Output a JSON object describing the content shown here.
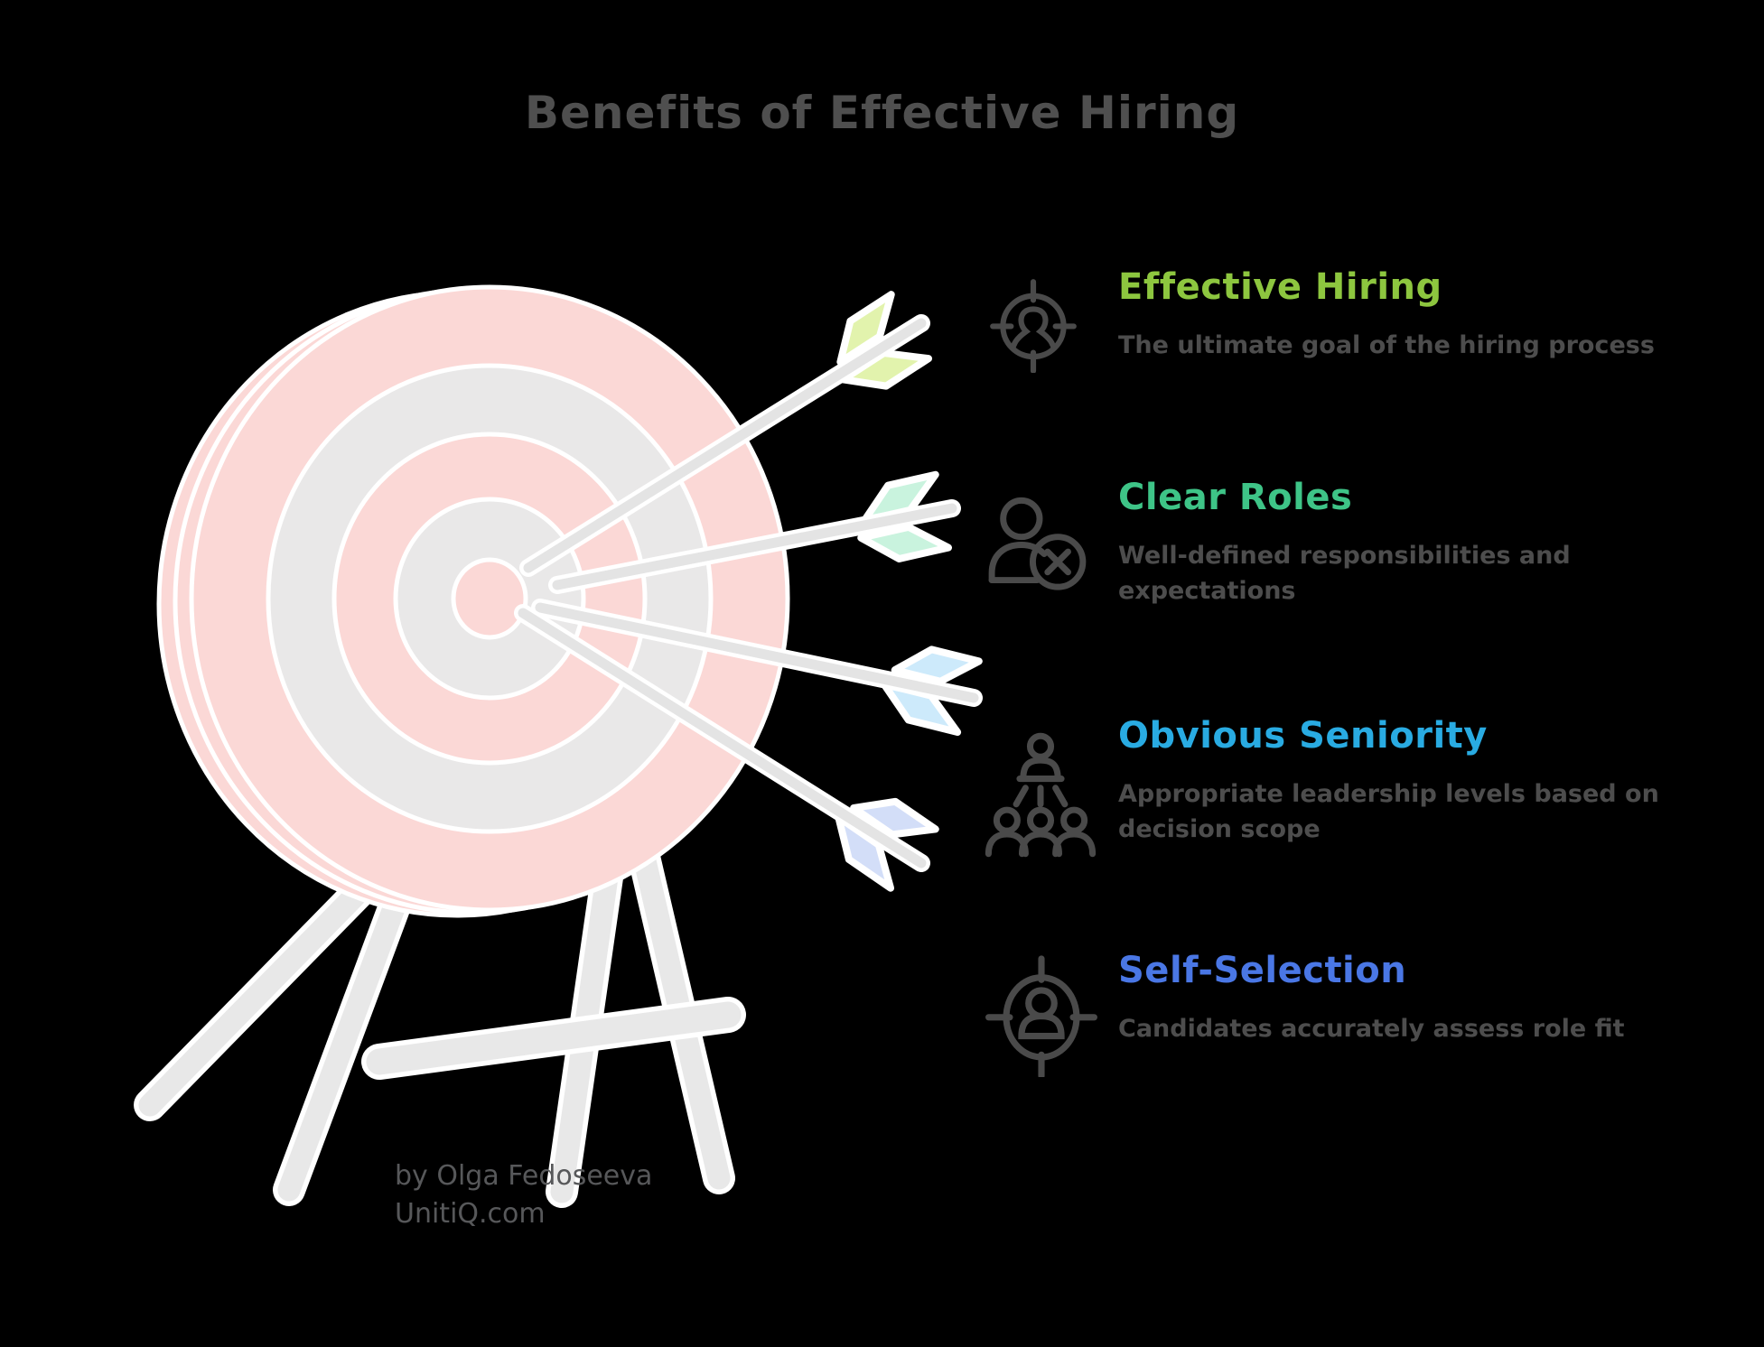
{
  "title": "Benefits of Effective Hiring",
  "benefits": [
    {
      "heading": "Effective Hiring",
      "heading_color": "#8dc63f",
      "description": "The ultimate goal of the hiring process",
      "icon": "user-focus"
    },
    {
      "heading": "Clear Roles",
      "heading_color": "#3ec487",
      "description": "Well-defined responsibilities and expectations",
      "icon": "user-remove"
    },
    {
      "heading": "Obvious Seniority",
      "heading_color": "#29abe2",
      "description": "Appropriate leadership levels based on decision scope",
      "icon": "team-hierarchy"
    },
    {
      "heading": "Self-Selection",
      "heading_color": "#4a77e5",
      "description": "Candidates accurately assess role fit",
      "icon": "user-target"
    }
  ],
  "attribution": {
    "line1": "by Olga Fedoseeva",
    "line2": "UnitiQ.com"
  },
  "illustration": {
    "name": "archery target on wooden stand with four arrows in bullseye",
    "fletching_colors": [
      "#e2f3ad",
      "#c9f3de",
      "#cdeafb",
      "#d3def8"
    ],
    "target_pink": "#fbd8d6",
    "target_gray": "#e9e8e8",
    "stand_color": "#e8e8e8",
    "background_color": "#000000",
    "text_gray": "#4d4d4d"
  }
}
